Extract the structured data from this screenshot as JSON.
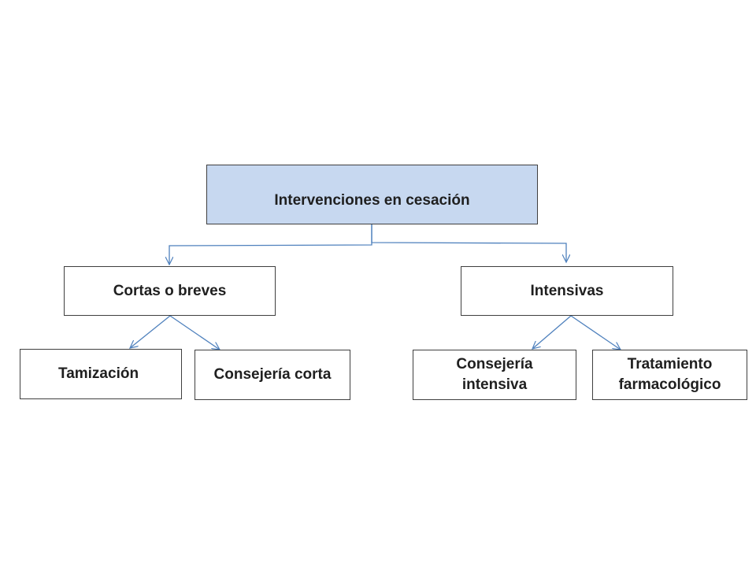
{
  "diagram": {
    "root": {
      "label": "Intervenciones en cesación"
    },
    "branches": [
      {
        "label": "Cortas o breves",
        "children": [
          {
            "label": "Tamización"
          },
          {
            "label": "Consejería corta"
          }
        ]
      },
      {
        "label": "Intensivas",
        "children": [
          {
            "label_line1": "Consejería",
            "label_line2": "intensiva"
          },
          {
            "label_line1": "Tratamiento",
            "label_line2": "farmacológico"
          }
        ]
      }
    ]
  },
  "colors": {
    "root_fill": "#c7d8f0",
    "connector": "#4f81bd",
    "border": "#3f3f3f"
  }
}
